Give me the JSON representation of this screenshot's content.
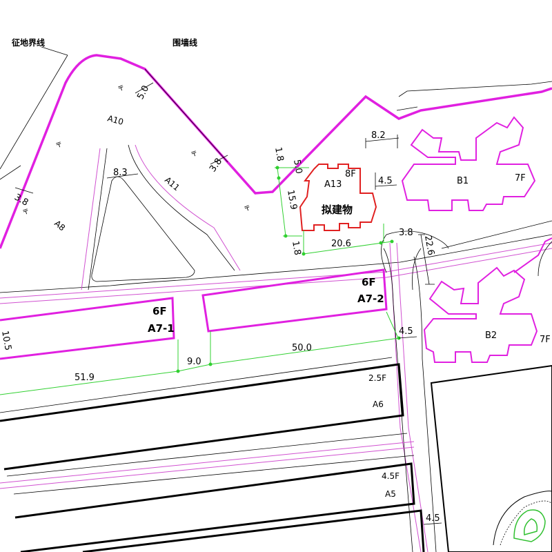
{
  "labels": {
    "boundary_line": "征地界线",
    "wall_line": "围墙线",
    "a13_name": "A13",
    "a13_floors": "8F",
    "a13_caption": "拟建物",
    "a10": "A10",
    "a11": "A11",
    "a8": "A8",
    "b1": "B1",
    "b1_floors": "7F",
    "b2": "B2",
    "b2_floors": "7F",
    "a7_1_floors": "6F",
    "a7_1": "A7-1",
    "a7_2_floors": "6F",
    "a7_2": "A7-2",
    "a6_floors": "2.5F",
    "a6": "A6",
    "a5_floors": "4.5F",
    "a5": "A5",
    "tree_mark": "〒"
  },
  "dimensions": {
    "d_5_0": "5.0",
    "d_3_8_a11": "3.8",
    "d_8_3": "8.3",
    "d_3_8_a8": "3.8",
    "d_1_8_top": "1.8",
    "d_5_0_a13": "5.0",
    "d_15_9": "15.9",
    "d_1_8_bottom": "1.8",
    "d_20_6": "20.6",
    "d_8_2": "8.2",
    "d_4_5_top": "4.5",
    "d_3_8_road": "3.8",
    "d_22_6": "22.6",
    "d_10_5": "10.5",
    "d_4_5_mid": "4.5",
    "d_50_0": "50.0",
    "d_9_0": "9.0",
    "d_51_9": "51.9",
    "d_4_5_bottom": "4.5"
  },
  "colors": {
    "magenta": "#e020e0",
    "red": "#e02020",
    "green": "#30d030",
    "black": "#000000",
    "road": "#d050d0"
  }
}
